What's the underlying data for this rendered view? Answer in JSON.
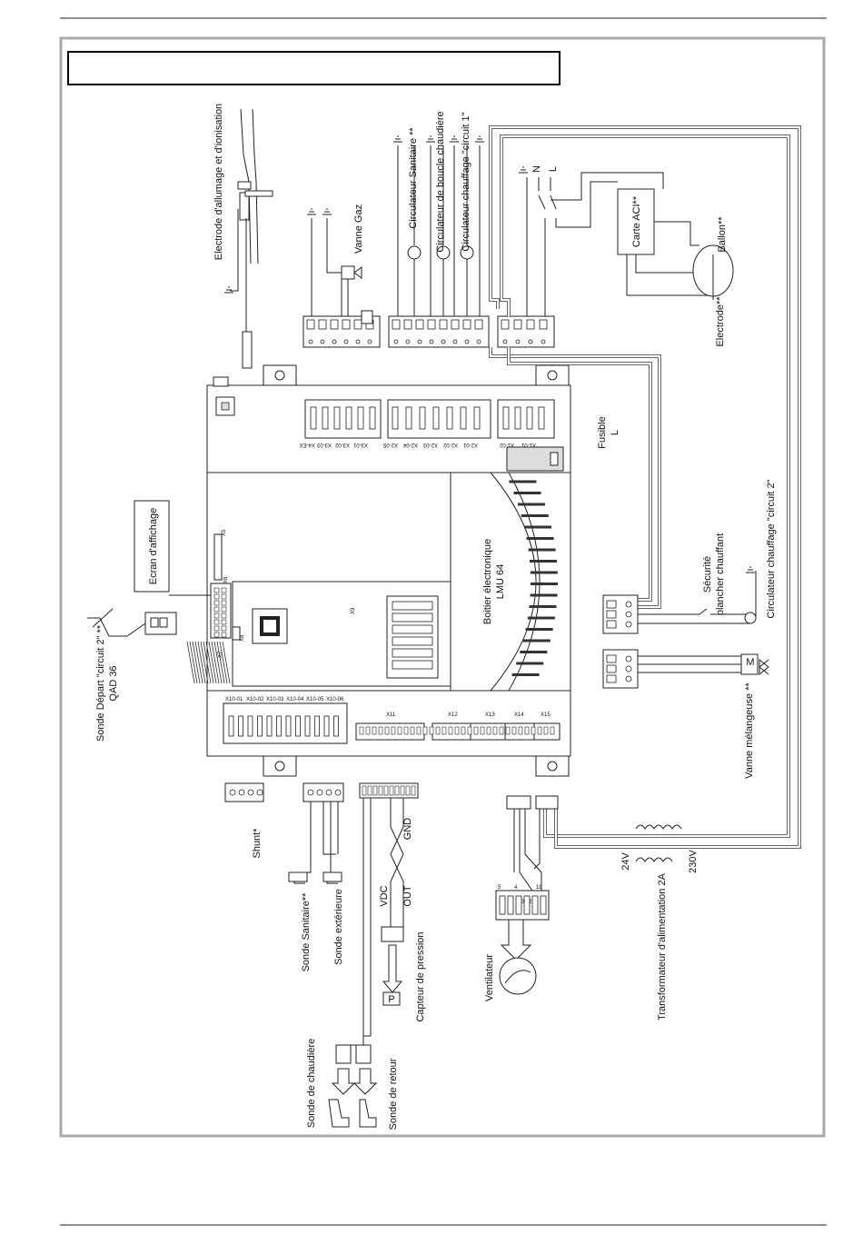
{
  "header": {
    "title_box_text": ""
  },
  "labels": {
    "electrode_allumage": "Electrode d'allumage et d'ionisation",
    "vanne_gaz": "Vanne Gaz",
    "circ_sanitaire": "Circulateur Sanitaire **",
    "circ_boucle": "Circulateur de boucle chaudière",
    "circ_chauffage1": "Circulateur chauffage \"circuit 1\"",
    "n": "N",
    "l": "L",
    "carte_aci": "Carte ACI**",
    "ballon": "Ballon**",
    "electrode": "Electrode**",
    "fusible": "Fusible",
    "fusible_l": "L",
    "ecran_affichage": "Ecran d'affichage",
    "boitier_l1": "Boitier électronique",
    "boitier_l2": "LMU 64",
    "securite_l1": "Sécurité",
    "securite_l2": "plancher chauffant",
    "circ_chauffage2": "Circulateur chauffage \"circuit 2\"",
    "vanne_melangeuse": "Vanne mélangeuse **",
    "sonde_depart_l1": "Sonde Départ \"circuit 2\" **",
    "sonde_depart_l2": "QAD 36",
    "shunt": "Shunt*",
    "sonde_sanitaire": "Sonde Sanitaire**",
    "sonde_exterieure": "Sonde extérieure",
    "vdc": "VDC",
    "out": "OUT",
    "gnd": "GND",
    "capteur_pression": "Capteur de pression",
    "p": "P",
    "sonde_chaudiere": "Sonde de chaudière",
    "sonde_retour": "Sonde de retour",
    "ventilateur": "Ventilateur",
    "v24": "24V",
    "v230": "230V",
    "transformateur": "Transformateur d'alimentation 2A",
    "motor_m": "M",
    "x11": "X11",
    "x12": "X12",
    "x13": "X13",
    "x14": "X14",
    "x15": "X15",
    "x10_01": "X10-01",
    "x10_02": "X10-02",
    "x10_03": "X10-03",
    "x10_04": "X10-04",
    "x10_05": "X10-05",
    "x10_06": "X10-06",
    "x4_ex": "X4-EX",
    "x3_03": "X3-03",
    "x3_02": "X3-02",
    "x3_01": "X3-01",
    "x2_05": "X2-05",
    "x2_04": "X2-04",
    "x2_03": "X2-03",
    "x2_02": "X2-02",
    "x2_01": "X2-01",
    "x1_02": "X1-02",
    "x1_01": "X1-01",
    "x5": "X5",
    "x6": "X6",
    "x7": "X7",
    "x8": "X8",
    "x9": "X9",
    "pin5": "5",
    "pin4": "4",
    "pin3": "3",
    "pin2": "2",
    "pin1b": "1b"
  }
}
